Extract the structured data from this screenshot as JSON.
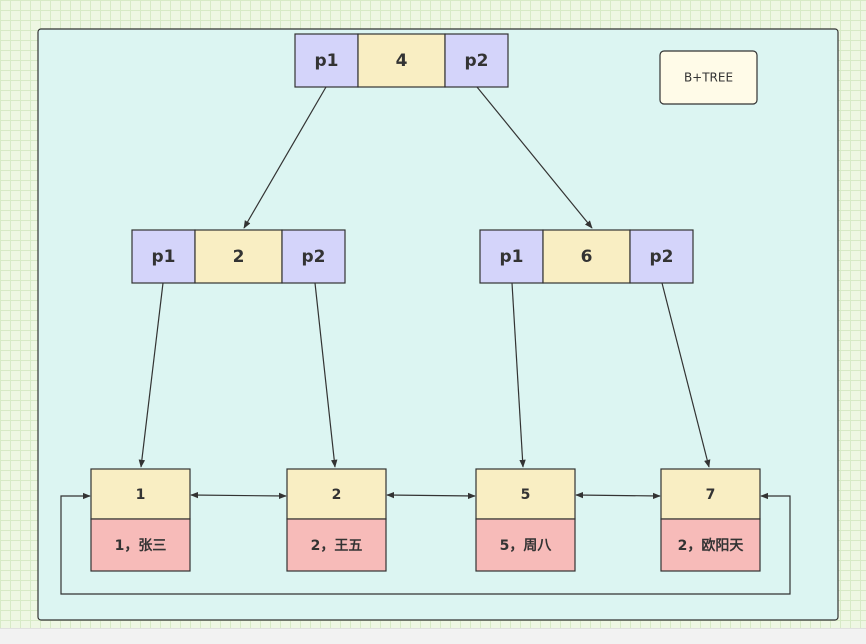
{
  "diagram": {
    "title_badge": "B+TREE",
    "root": {
      "left_pointer": "p1",
      "key": "4",
      "right_pointer": "p2"
    },
    "internal_nodes": [
      {
        "left_pointer": "p1",
        "key": "2",
        "right_pointer": "p2"
      },
      {
        "left_pointer": "p1",
        "key": "6",
        "right_pointer": "p2"
      }
    ],
    "leaves": [
      {
        "key": "1",
        "record": "1，张三"
      },
      {
        "key": "2",
        "record": "2，王五"
      },
      {
        "key": "5",
        "record": "5，周八"
      },
      {
        "key": "7",
        "record": "2，欧阳天"
      }
    ],
    "colors": {
      "panel_fill": "#dcf5f2",
      "pointer_fill": "#d4d4fa",
      "key_fill": "#f9eec3",
      "record_fill": "#f7bbb9",
      "badge_fill": "#fffbe8",
      "stroke": "#333333"
    }
  }
}
